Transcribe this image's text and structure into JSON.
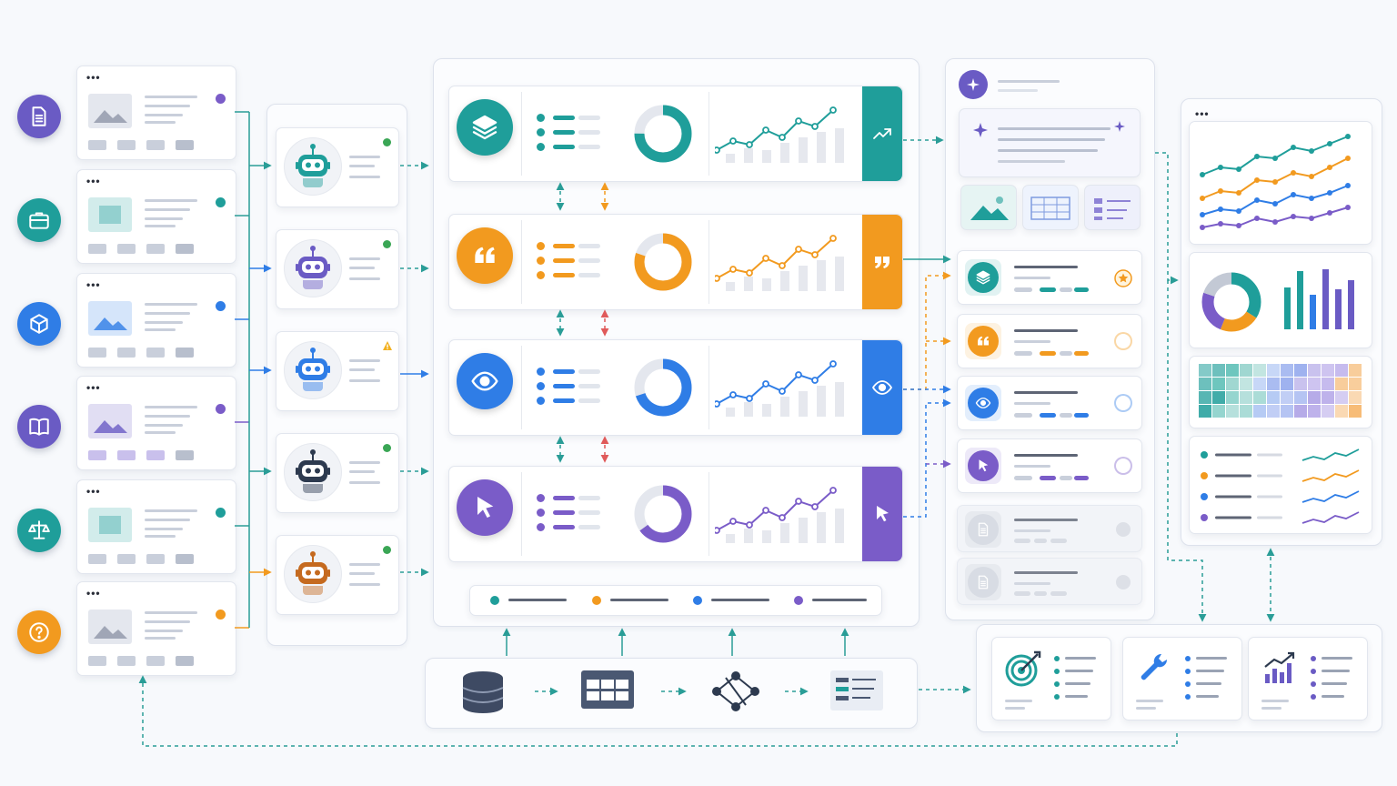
{
  "colors": {
    "teal": "#1f9e9a",
    "orange": "#f29a1f",
    "blue": "#2f7de6",
    "purple": "#7a5cc8",
    "slate": "#9aa3b4",
    "connector": "#2a9d97"
  },
  "sources": [
    {
      "icon": "document-icon",
      "color": "#6a5bc4",
      "dot": "#7a5cc8"
    },
    {
      "icon": "briefcase-icon",
      "color": "#1f9e9a",
      "dot": "#1f9e9a"
    },
    {
      "icon": "cube-icon",
      "color": "#2f7de6",
      "dot": "#2f7de6"
    },
    {
      "icon": "book-icon",
      "color": "#6a5bc4",
      "dot": "#7a5cc8"
    },
    {
      "icon": "scales-icon",
      "color": "#1f9e9a",
      "dot": "#1f9e9a"
    },
    {
      "icon": "question-icon",
      "color": "#f29a1f",
      "dot": "#f29a1f"
    }
  ],
  "agents": [
    {
      "icon": "robot-icon",
      "color": "#1f9e9a",
      "status": "ok",
      "status_color": "#3aa655"
    },
    {
      "icon": "robot-icon",
      "color": "#6a5bc4",
      "status": "ok",
      "status_color": "#3aa655"
    },
    {
      "icon": "robot-icon",
      "color": "#2f7de6",
      "status": "warning",
      "status_color": "#f2b01f"
    },
    {
      "icon": "robot-icon",
      "color": "#2d3a4f",
      "status": "ok",
      "status_color": "#3aa655"
    },
    {
      "icon": "robot-icon",
      "color": "#c56a1f",
      "status": "ok",
      "status_color": "#3aa655"
    }
  ],
  "pipelines": [
    {
      "icon": "layers-icon",
      "end_icon": "trend-up-icon",
      "color": "#1f9e9a",
      "donut": 0.75
    },
    {
      "icon": "quote-open-icon",
      "end_icon": "quote-close-icon",
      "color": "#f29a1f",
      "donut": 0.8
    },
    {
      "icon": "eye-icon",
      "end_icon": "eye-icon",
      "color": "#2f7de6",
      "donut": 0.7
    },
    {
      "icon": "cursor-icon",
      "end_icon": "cursor-icon",
      "color": "#7a5cc8",
      "donut": 0.65
    }
  ],
  "data_layer": [
    {
      "icon": "database-icon"
    },
    {
      "icon": "table-grid-icon"
    },
    {
      "icon": "network-icon"
    },
    {
      "icon": "form-list-icon"
    }
  ],
  "results": [
    {
      "icon": "layers-icon",
      "color": "#1f9e9a",
      "badge": "star-icon"
    },
    {
      "icon": "quote-open-icon",
      "color": "#f29a1f",
      "badge": "ring"
    },
    {
      "icon": "eye-icon",
      "color": "#2f7de6",
      "badge": "ring"
    },
    {
      "icon": "cursor-icon",
      "color": "#7a5cc8",
      "badge": "ring"
    },
    {
      "icon": "document-icon",
      "color": "#9aa3b4",
      "badge": "dot"
    },
    {
      "icon": "document-icon",
      "color": "#9aa3b4",
      "badge": "dot"
    }
  ],
  "actions": [
    {
      "icon": "target-icon",
      "color": "#1f9e9a"
    },
    {
      "icon": "wrench-icon",
      "color": "#2f7de6"
    },
    {
      "icon": "bar-chart-up-icon",
      "color": "#6a5bc4"
    }
  ]
}
